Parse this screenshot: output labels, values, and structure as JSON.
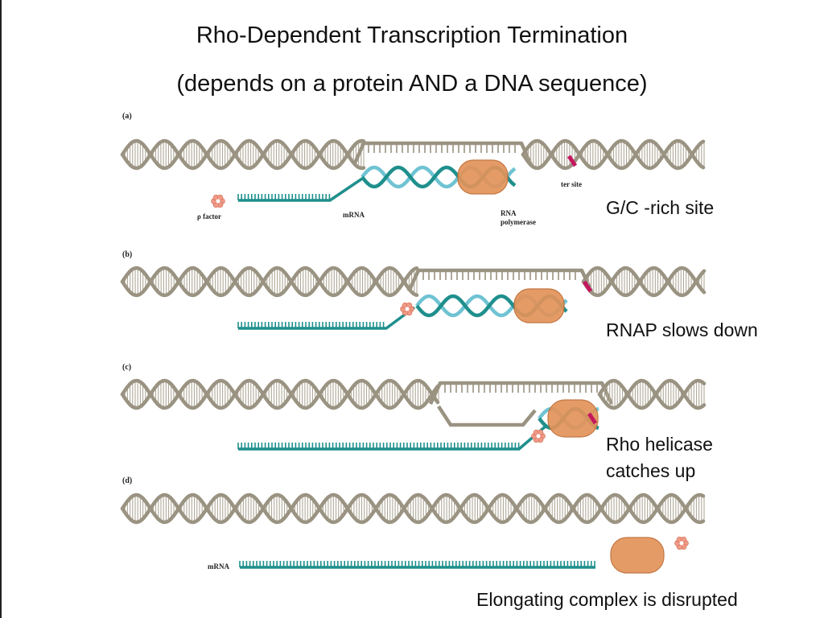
{
  "title": {
    "line1": "Rho-Dependent Transcription Termination",
    "line2": "(depends on a protein AND a DNA sequence)"
  },
  "panels": [
    {
      "letter": "(a)",
      "caption": "G/C -rich site"
    },
    {
      "letter": "(b)",
      "caption": "RNAP slows down"
    },
    {
      "letter": "(c)",
      "caption_line1": "Rho helicase",
      "caption_line2": "catches up"
    },
    {
      "letter": "(d)",
      "caption": "Elongating complex is disrupted"
    }
  ],
  "figure_labels": {
    "rho_factor": "ρ factor",
    "mrna": "mRNA",
    "rna_polymerase_1": "RNA",
    "rna_polymerase_2": "polymerase",
    "ter_site": "ter site",
    "mrna_released": "mRNA"
  },
  "colors": {
    "dna": "#9a9382",
    "mrna": "#1f8f8c",
    "rna_dna_hybrid": "#6fc3d3",
    "polymerase": "#e2935a",
    "rho": "#ef9b88",
    "ter_site": "#c4185e"
  }
}
